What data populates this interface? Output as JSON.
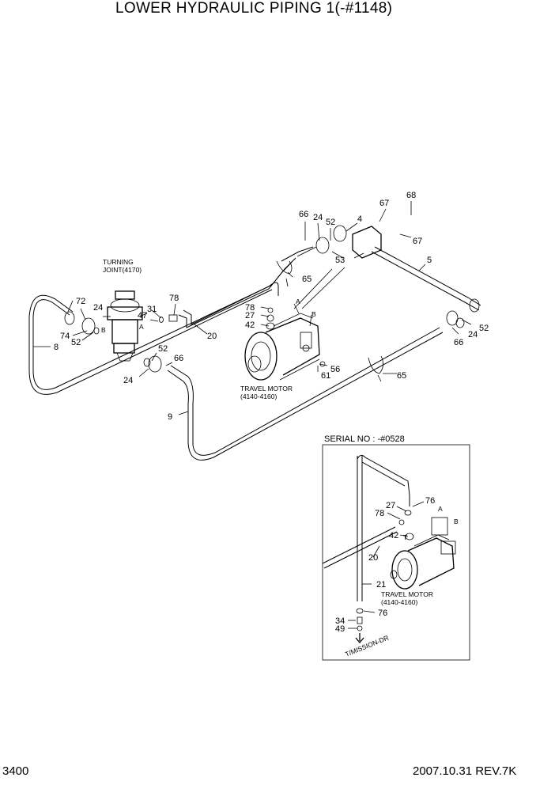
{
  "title": "LOWER HYDRAULIC PIPING 1(-#1148)",
  "footer": {
    "page": "3400",
    "revision": "2007.10.31  REV.7K"
  },
  "components": {
    "turning_joint": [
      "TURNING",
      "JOINT(4170)"
    ],
    "travel_motor_main": [
      "TRAVEL MOTOR",
      "(4140-4160)"
    ],
    "travel_motor_inset": [
      "TRAVEL MOTOR",
      "(4140-4160)"
    ],
    "transmission": "T/MISSION-DR"
  },
  "inset": {
    "label": "SERIAL NO : -#0528"
  },
  "port_labels": {
    "A": "A",
    "B": "B",
    "T": "T"
  },
  "callouts": {
    "c66a": "66",
    "c24a": "24",
    "c52a": "52",
    "c4": "4",
    "c67a": "67",
    "c68": "68",
    "c67b": "67",
    "c53": "53",
    "c5": "5",
    "c65a": "65",
    "c72": "72",
    "c24b": "24",
    "c74": "74",
    "c52b": "52",
    "c8": "8",
    "c31": "31",
    "c78a": "78",
    "c47": "47",
    "c20a": "20",
    "c78b": "78",
    "c27a": "27",
    "c42a": "42",
    "c52c": "52",
    "c66b": "66",
    "c24c": "24",
    "c56": "56",
    "c61": "61",
    "c65b": "65",
    "c52d": "52",
    "c24d": "24",
    "c66c": "66",
    "c9": "9",
    "c27b": "27",
    "c76a": "76",
    "c78c": "78",
    "c42b": "42",
    "c20b": "20",
    "c21": "21",
    "c76b": "76",
    "c34": "34",
    "c49": "49"
  }
}
